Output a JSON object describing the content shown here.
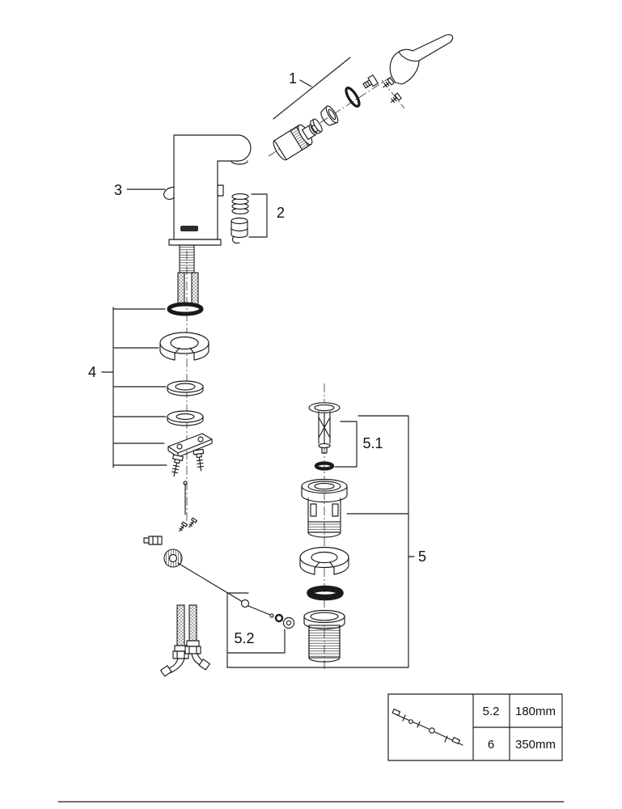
{
  "labels": {
    "part1": "1",
    "part2": "2",
    "part3": "3",
    "part4": "4",
    "part5": "5",
    "part5_1": "5.1",
    "part5_2": "5.2"
  },
  "size_table": {
    "rows": [
      {
        "part": "5.2",
        "length": "180mm"
      },
      {
        "part": "6",
        "length": "350mm"
      }
    ]
  },
  "colors": {
    "line": "#1a1a1a",
    "background": "#ffffff"
  }
}
